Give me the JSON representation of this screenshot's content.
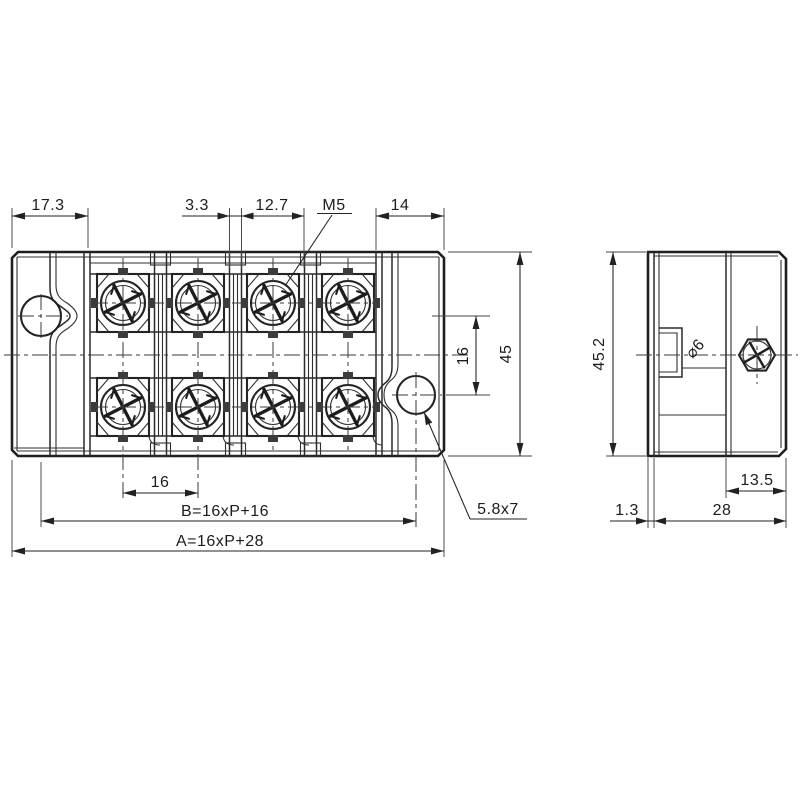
{
  "drawing": {
    "front_view": {
      "dim_left_end": "17.3",
      "dim_wall": "3.3",
      "dim_opening": "12.7",
      "screw_thread_callout": "M5",
      "dim_right_end": "14",
      "dim_hole_offset": "16",
      "dim_height": "45",
      "dim_pitch": "16",
      "dim_length_b": "B=16xP+16",
      "dim_length_a": "A=16xP+28",
      "mounting_slot_callout": "5.8x7"
    },
    "side_view": {
      "dim_height": "45.2",
      "hole_callout": "⌀6",
      "dim_upper_depth": "13.5",
      "dim_depth": "28",
      "dim_flange": "1.3"
    },
    "colors": {
      "line": "#222222",
      "background": "#ffffff"
    }
  }
}
